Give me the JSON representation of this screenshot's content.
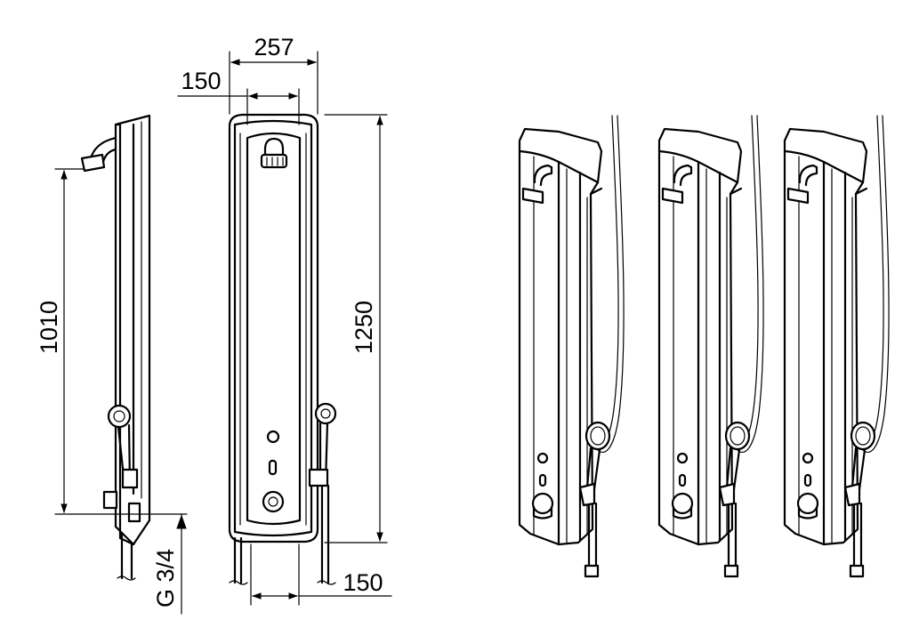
{
  "dimensions": {
    "overall_width": "257",
    "top_inset_width": "150",
    "overall_height": "1250",
    "outlet_height": "1010",
    "bottom_inset_width": "150",
    "connection": "G 3/4"
  }
}
